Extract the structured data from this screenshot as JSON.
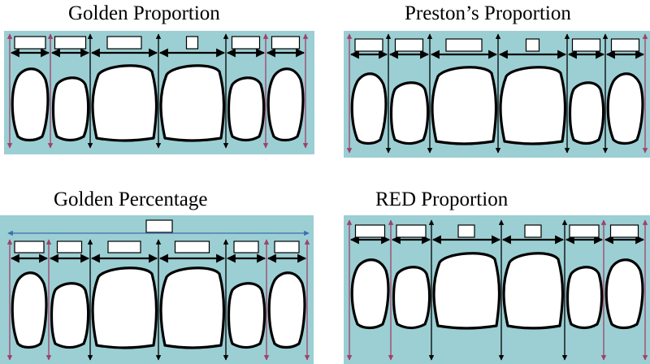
{
  "accent_colors": {
    "background": "#9bcfd3",
    "tooth_fill": "#ffffff",
    "outline": "#000000",
    "canine_arrow": "#a0406a",
    "overall_arrow": "#3b6fb0"
  },
  "panels": [
    {
      "title": "Golden Proportion",
      "boxes": 6,
      "extra_top_box": false
    },
    {
      "title": "Preston’s Proportion",
      "boxes": 6,
      "extra_top_box": false
    },
    {
      "title": "Golden Percentage",
      "boxes": 6,
      "extra_top_box": true
    },
    {
      "title": "RED Proportion",
      "boxes": 6,
      "extra_top_box": false
    }
  ]
}
